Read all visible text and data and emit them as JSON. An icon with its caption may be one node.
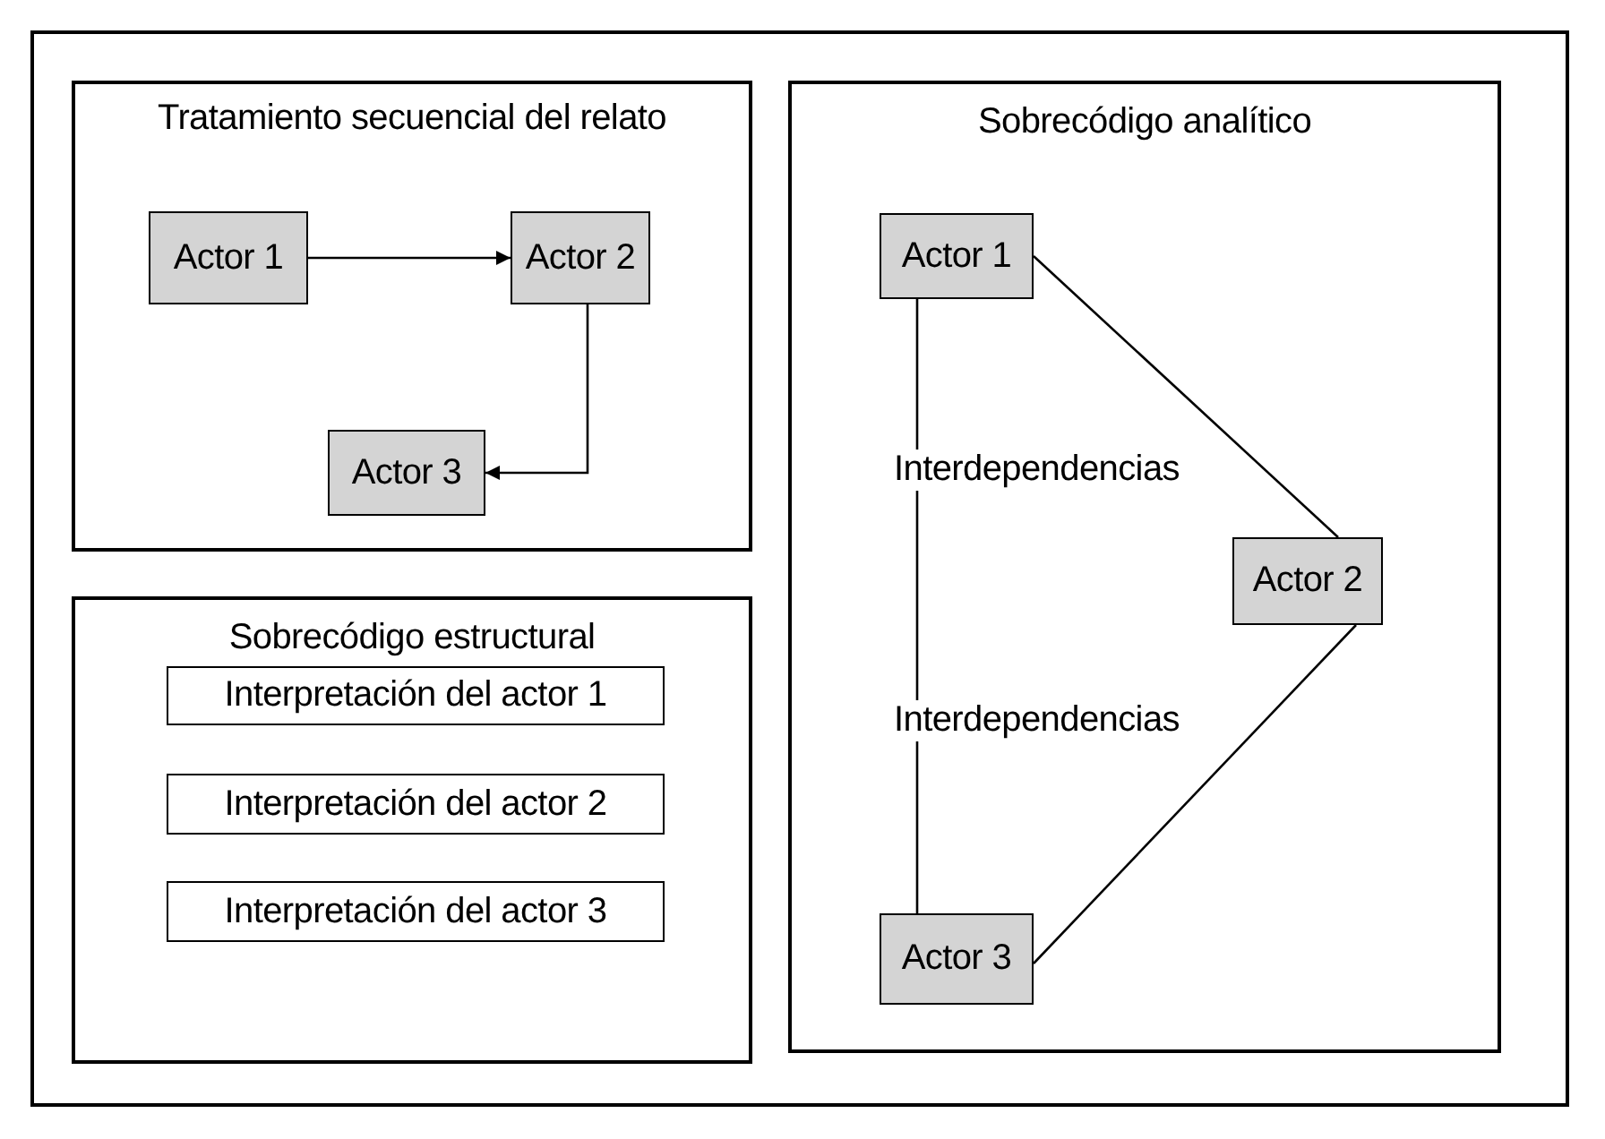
{
  "diagram": {
    "nodes": [
      {
        "text": [
          "Tratamiento secuencial del relato"
        ]
      },
      {
        "text": [
          "Actor 1"
        ],
        "in": 0
      },
      {
        "text": [
          "Actor 2"
        ],
        "in": 0
      },
      {
        "text": [
          "Actor 3"
        ],
        "in": 0
      },
      {
        "text": [
          "Sobrecódigo analítico"
        ]
      },
      {
        "text": [
          "Actor 1"
        ],
        "in": 4
      },
      {
        "text": [
          "Actor 2"
        ],
        "in": 4
      },
      {
        "text": [
          "Actor 3"
        ],
        "in": 4
      },
      {
        "text": [
          "Sobrecódigo estructural"
        ]
      },
      {
        "text": [
          "Interpretación del actor 1"
        ],
        "in": 8
      },
      {
        "text": [
          "Interpretación del actor 2"
        ],
        "in": 8
      },
      {
        "text": [
          "Interpretación del actor 3"
        ],
        "in": 8
      }
    ],
    "edges": [
      {
        "from": 1,
        "to": 2,
        "arrow": "to"
      },
      {
        "from": 2,
        "to": 3,
        "arrow": "to"
      },
      {
        "from": 5,
        "to": 6,
        "arrow": "none"
      },
      {
        "from": 5,
        "to": 7,
        "arrow": "none"
      },
      {
        "from": 6,
        "to": 7,
        "arrow": "none"
      }
    ],
    "labels": [
      "Interdependencias",
      "Interdependencias"
    ]
  }
}
